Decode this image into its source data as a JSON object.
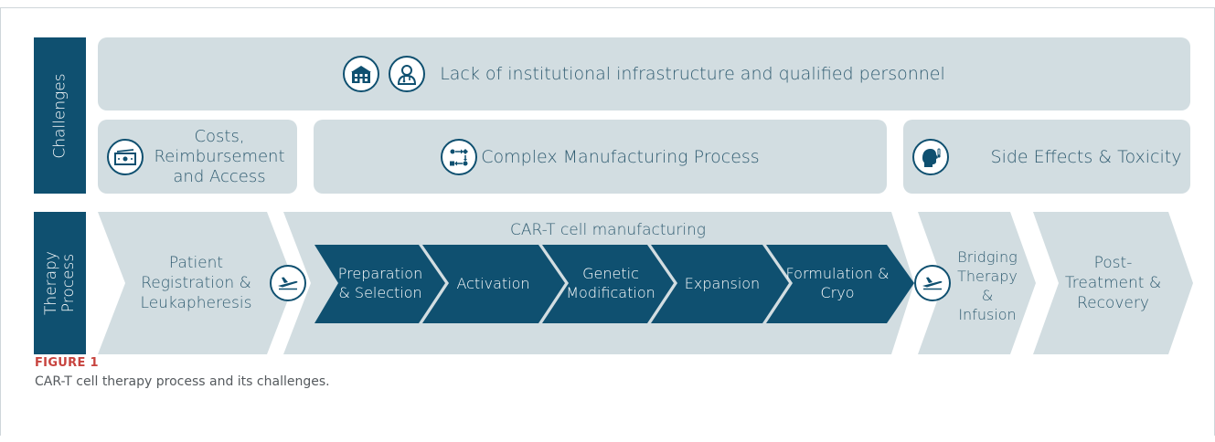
{
  "side_labels": {
    "challenges": "Challenges",
    "therapy_process": "Therapy Process"
  },
  "challenges": {
    "top": "Lack of institutional infrastructure and qualified personnel",
    "costs": "Costs, Reimbursement and Access",
    "manufacturing": "Complex Manufacturing Process",
    "side_effects": "Side Effects & Toxicity"
  },
  "therapy": {
    "manufacturing_title": "CAR-T cell manufacturing",
    "patient_registration": "Patient Registration & Leukapheresis",
    "steps": [
      "Preparation & Selection",
      "Activation",
      "Genetic Modification",
      "Expansion",
      "Formulation & Cryo"
    ],
    "bridging": "Bridging Therapy & Infusion",
    "post_treatment": "Post-Treatment & Recovery"
  },
  "figure": {
    "label": "FIGURE 1",
    "caption": "CAR-T cell therapy process and its challenges."
  },
  "icons": [
    "hospital-icon",
    "doctor-icon",
    "money-icon",
    "workflow-icon",
    "head-thermometer-icon",
    "airplane-icon"
  ],
  "colors": {
    "dark_blue": "#0f5070",
    "light_blue_gray": "#d2dde1",
    "figure_label_red": "#c7433e"
  }
}
